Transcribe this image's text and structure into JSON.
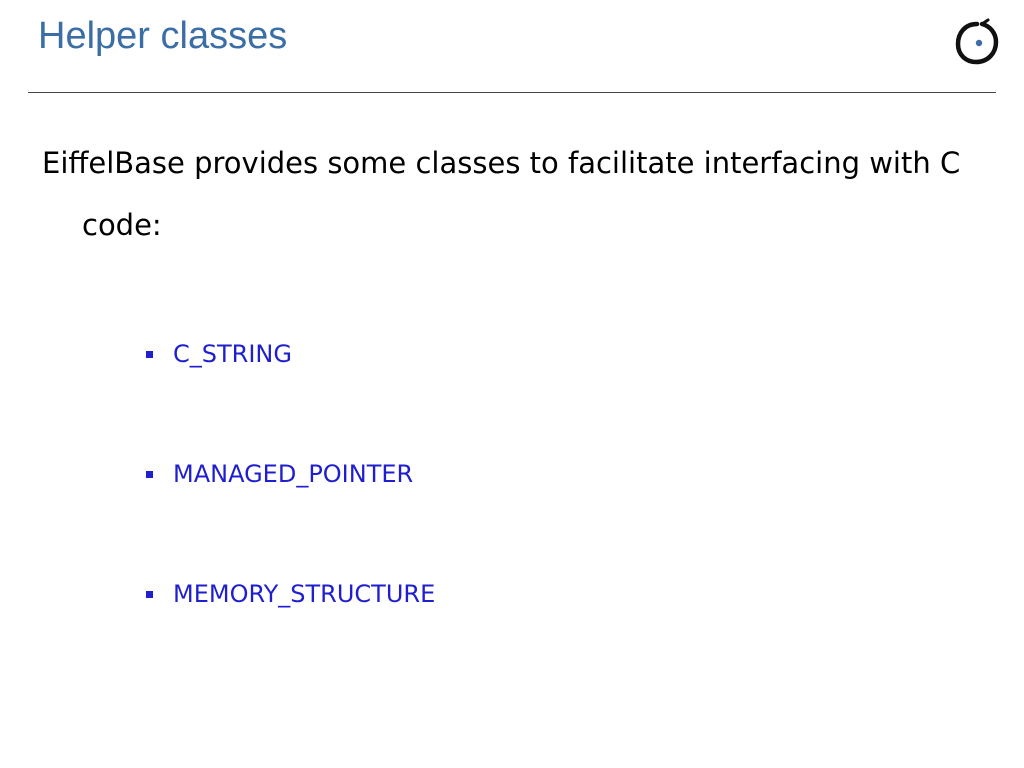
{
  "slide": {
    "title": "Helper classes",
    "logo_icon": "eiffel-circle-dot-logo",
    "intro": "EiffelBase provides some classes to facilitate interfacing with C code:",
    "bullets": [
      {
        "label": "C_STRING"
      },
      {
        "label": "MANAGED_POINTER"
      },
      {
        "label": "MEMORY_STRUCTURE"
      }
    ],
    "colors": {
      "title": "#3a6ea5",
      "bullet": "#1f1fcf",
      "text": "#000000"
    }
  }
}
